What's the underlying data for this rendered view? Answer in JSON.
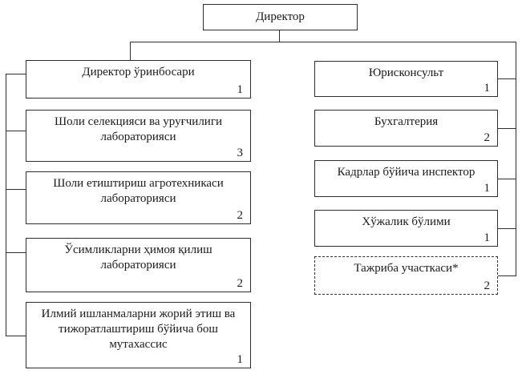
{
  "org": {
    "root": {
      "label": "Директор"
    },
    "left": [
      {
        "label": "Директор ўринбосари",
        "count": "1"
      },
      {
        "label": "Шоли селекцияси ва уруғчилиги лабораторияси",
        "count": "3"
      },
      {
        "label": "Шоли етиштириш агротехникаси лабораторияси",
        "count": "2"
      },
      {
        "label": "Ўсимликларни ҳимоя қилиш лабораторияси",
        "count": "2"
      },
      {
        "label": "Илмий ишланмаларни жорий этиш ва тижоратлаштириш бўйича бош мутахассис",
        "count": "1"
      }
    ],
    "right": [
      {
        "label": "Юрисконсульт",
        "count": "1"
      },
      {
        "label": "Бухгалтерия",
        "count": "2"
      },
      {
        "label": "Кадрлар бўйича инспектор",
        "count": "1"
      },
      {
        "label": "Хўжалик бўлими",
        "count": "1"
      },
      {
        "label": "Тажриба участкаси*",
        "count": "2",
        "border": "dashed"
      }
    ],
    "colors": {
      "line": "#2e2e2e",
      "box_fill": "#ffffff",
      "text": "#1b1b1b"
    }
  }
}
